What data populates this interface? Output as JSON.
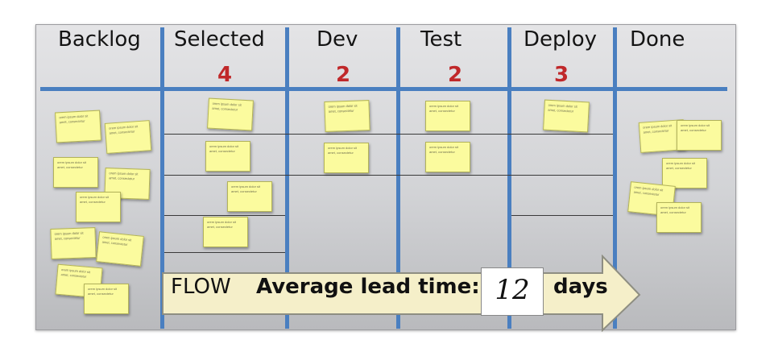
{
  "columns": [
    {
      "name": "Backlog"
    },
    {
      "name": "Selected",
      "wip": "4"
    },
    {
      "name": "Dev",
      "wip": "2"
    },
    {
      "name": "Test",
      "wip": "2"
    },
    {
      "name": "Deploy",
      "wip": "3"
    },
    {
      "name": "Done"
    }
  ],
  "note_text": "orem ipsum dolor sit amet, consectetur",
  "flow": {
    "label": "FLOW",
    "metric_label": "Average lead time:",
    "value": "12",
    "unit": "days"
  },
  "colors": {
    "divider": "#4a7fc0",
    "wip_limit": "#c0282a",
    "sticky_note": "#fbfb9e",
    "arrow_fill": "#f5efc9"
  }
}
